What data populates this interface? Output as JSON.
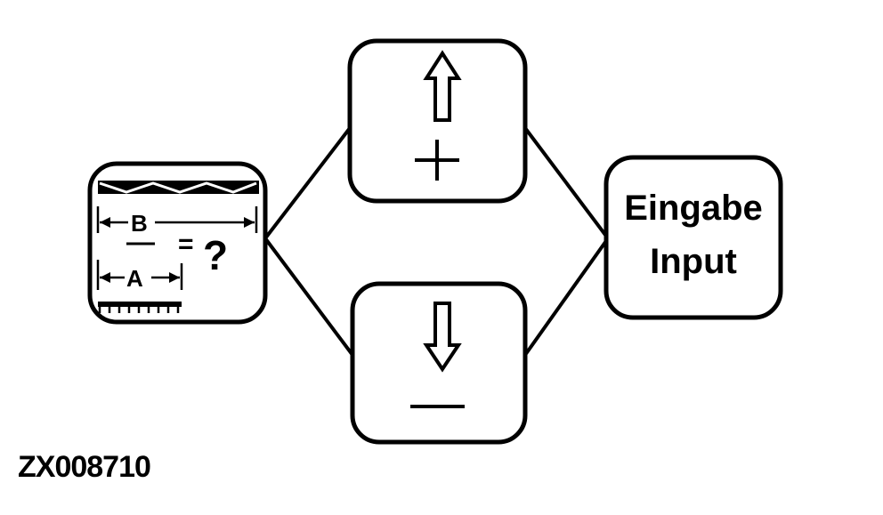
{
  "ratio_box": {
    "numerator_label": "B",
    "denominator_label": "A",
    "equals": "=",
    "question": "?"
  },
  "increase_box": {
    "symbol": "+",
    "arrow_icon": "arrow-up-icon"
  },
  "decrease_box": {
    "symbol": "—",
    "arrow_icon": "arrow-down-icon"
  },
  "input_box": {
    "line1": "Eingabe",
    "line2": "Input"
  },
  "figure_id": "ZX008710"
}
